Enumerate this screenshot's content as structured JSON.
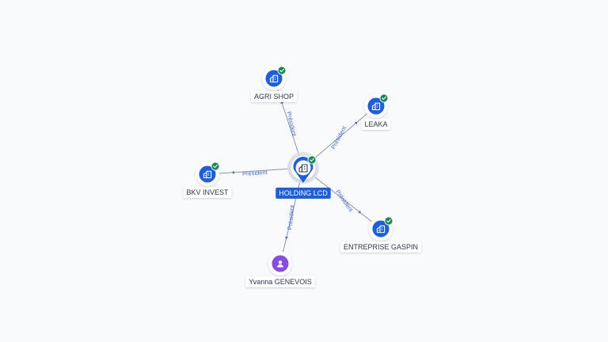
{
  "center": {
    "label": "HOLDING LCD",
    "icon": "building-icon",
    "verified": true
  },
  "nodes": [
    {
      "id": "agri-shop",
      "label": "AGRI SHOP",
      "type": "company",
      "icon": "building-icon",
      "verified": true,
      "edge_label": "Président"
    },
    {
      "id": "leaka",
      "label": "LEAKA",
      "type": "company",
      "icon": "building-icon",
      "verified": true,
      "edge_label": "Président"
    },
    {
      "id": "bkv-invest",
      "label": "BKV INVEST",
      "type": "company",
      "icon": "building-icon",
      "verified": true,
      "edge_label": "Président"
    },
    {
      "id": "entreprise-gaspin",
      "label": "ENTREPRISE GASPIN",
      "type": "company",
      "icon": "building-icon",
      "verified": true,
      "edge_label": "Président"
    },
    {
      "id": "yvanna-genevois",
      "label": "Yvanna GENEVOIS",
      "type": "person",
      "icon": "person-icon",
      "verified": false,
      "edge_label": "Président"
    }
  ],
  "colors": {
    "company": "#1a5ee6",
    "person": "#8a4be0",
    "verified": "#138a52",
    "edge": "#8a94a8",
    "edge_label": "#3f6fd8",
    "center_label_bg": "#1a5ee6"
  }
}
